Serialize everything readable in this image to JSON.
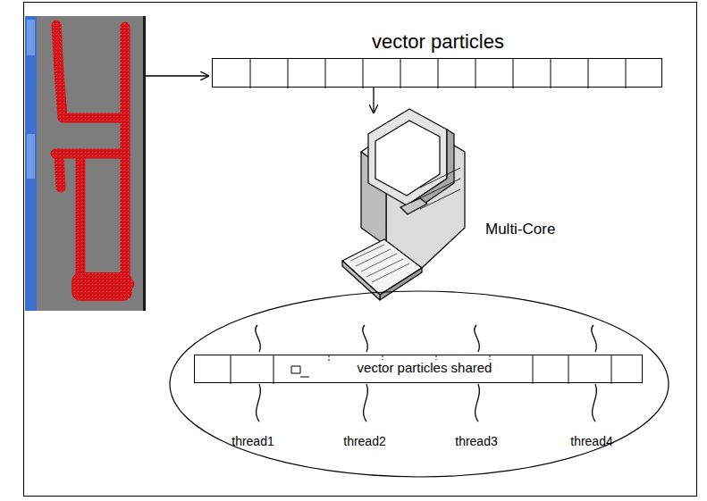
{
  "diagram": {
    "nodes": [
      {
        "text": [
          "vector particles"
        ]
      },
      {
        "text": [
          "vector particles shared"
        ]
      }
    ],
    "labels": [
      "Multi-Core",
      "thread1",
      "thread2",
      "thread3",
      "thread4"
    ]
  }
}
